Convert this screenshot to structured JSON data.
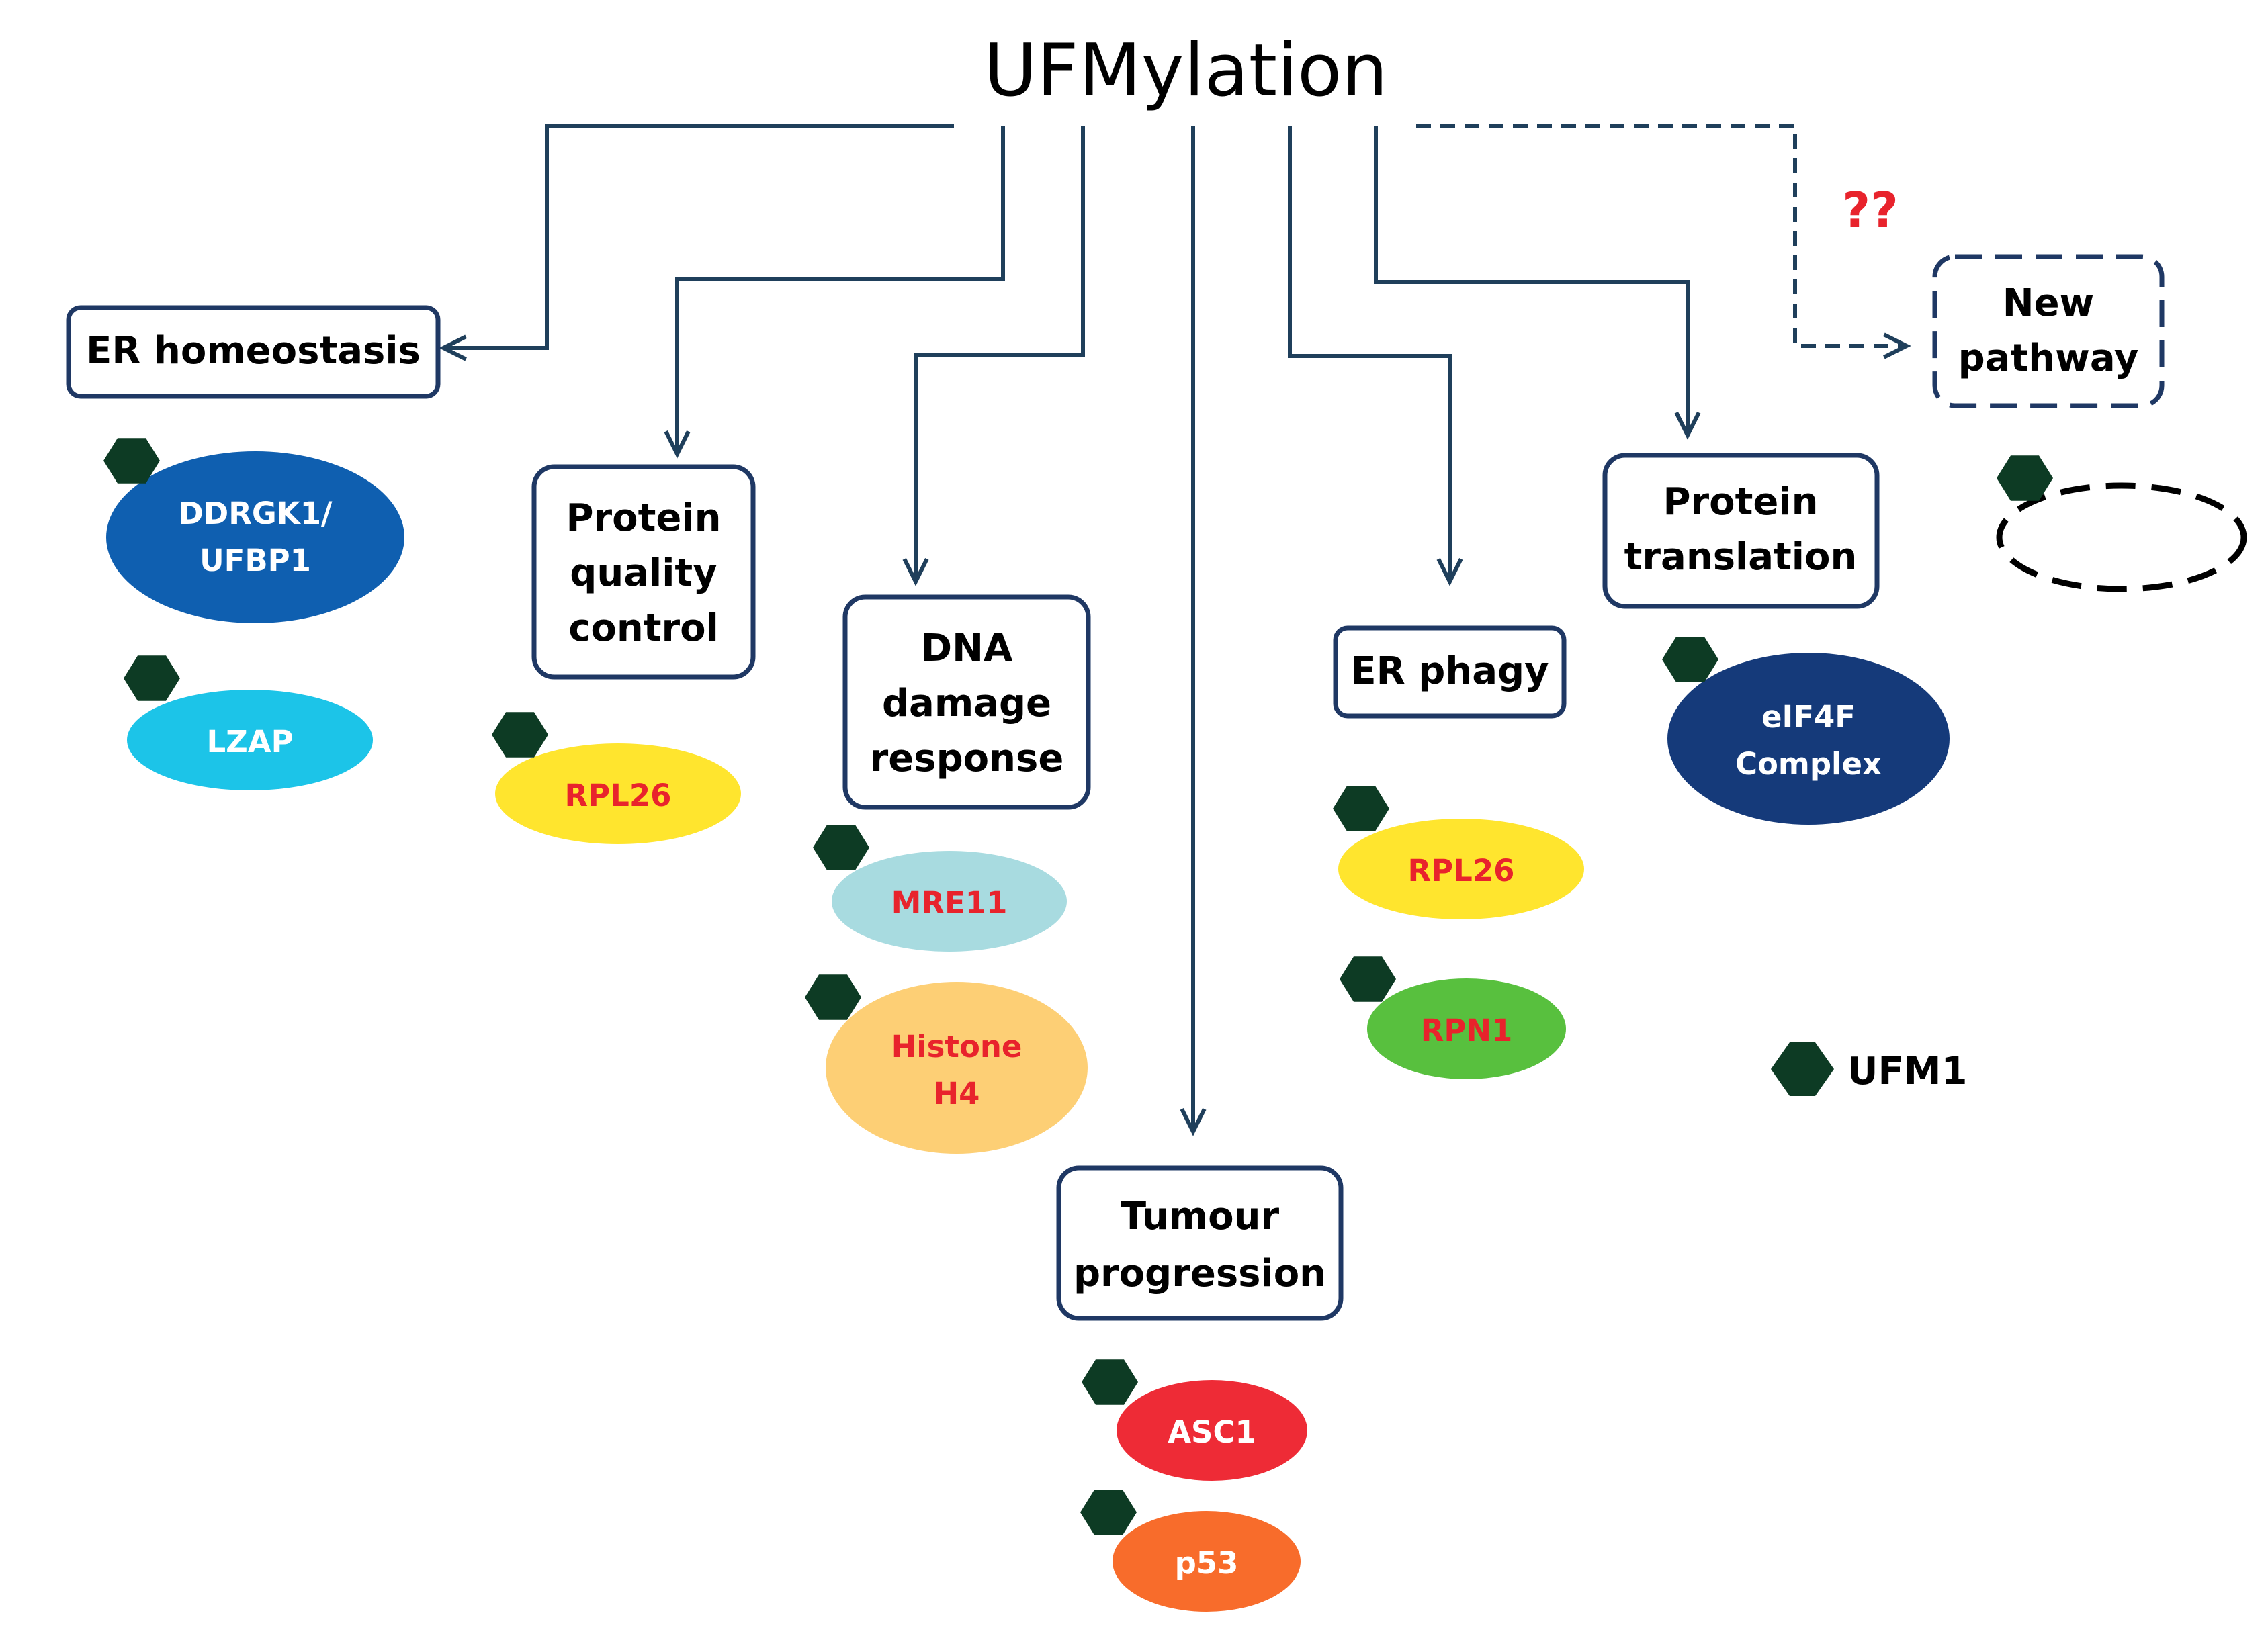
{
  "title": "UFMylation",
  "uncertain_mark": "??",
  "colors": {
    "arrow": "#1f3f5b",
    "box_border": "#1f3864",
    "ufm1": "#0d3b24",
    "red_text": "#e8232c"
  },
  "pathways": {
    "er_homeostasis": {
      "lines": [
        "ER homeostasis"
      ]
    },
    "protein_quality_control": {
      "lines": [
        "Protein",
        "quality",
        "control"
      ]
    },
    "dna_damage_response": {
      "lines": [
        "DNA",
        "damage",
        "response"
      ]
    },
    "tumour_progression": {
      "lines": [
        "Tumour",
        "progression"
      ]
    },
    "er_phagy": {
      "lines": [
        "ER phagy"
      ]
    },
    "protein_translation": {
      "lines": [
        "Protein",
        "translation"
      ]
    },
    "new_pathway": {
      "lines": [
        "New",
        "pathway"
      ]
    }
  },
  "proteins": {
    "ddrgk1": {
      "lines": [
        "DDRGK1/",
        "UFBP1"
      ],
      "fill": "#0f5fb0",
      "text_color": "#ffffff"
    },
    "lzap": {
      "lines": [
        "LZAP"
      ],
      "fill": "#1cc4e8",
      "text_color": "#ffffff"
    },
    "rpl26_qc": {
      "lines": [
        "RPL26"
      ],
      "fill": "#ffe52e",
      "text_color": "#e8232c"
    },
    "mre11": {
      "lines": [
        "MRE11"
      ],
      "fill": "#a8dbe0",
      "text_color": "#e8232c"
    },
    "histone_h4": {
      "lines": [
        "Histone",
        "H4"
      ],
      "fill": "#fdcf75",
      "text_color": "#e8232c"
    },
    "asc1": {
      "lines": [
        "ASC1"
      ],
      "fill": "#ee2b36",
      "text_color": "#ffffff"
    },
    "p53": {
      "lines": [
        "p53"
      ],
      "fill": "#f86c2b",
      "text_color": "#ffffff"
    },
    "rpl26_phagy": {
      "lines": [
        "RPL26"
      ],
      "fill": "#ffe52e",
      "text_color": "#e8232c"
    },
    "rpn1": {
      "lines": [
        "RPN1"
      ],
      "fill": "#58c03e",
      "text_color": "#e8232c"
    },
    "eif4f": {
      "lines": [
        "eIF4F",
        "Complex"
      ],
      "fill": "#153a7a",
      "text_color": "#ffffff"
    }
  },
  "legend": {
    "label": "UFM1",
    "icon": "hexagon-icon"
  }
}
